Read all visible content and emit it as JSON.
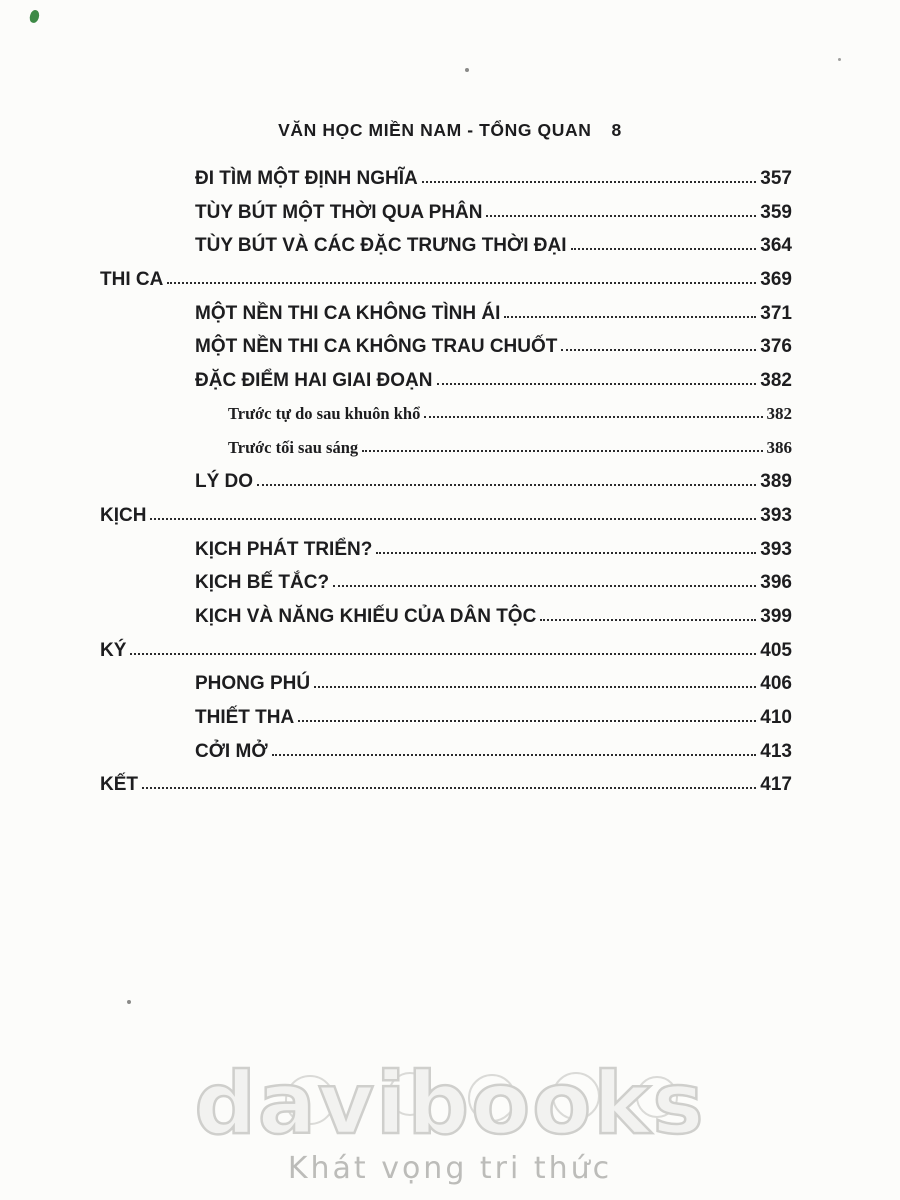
{
  "page": {
    "header_title": "VĂN HỌC MIỀN NAM - TỔNG QUAN",
    "header_page_number": "8"
  },
  "toc": {
    "items": [
      {
        "level": 1,
        "title": "ĐI TÌM MỘT ĐỊNH NGHĨA",
        "page": "357"
      },
      {
        "level": 1,
        "title": "TÙY BÚT MỘT THỜI QUA PHÂN",
        "page": "359"
      },
      {
        "level": 1,
        "title": "TÙY BÚT VÀ CÁC ĐẶC TRƯNG THỜI ĐẠI",
        "page": "364"
      },
      {
        "level": 0,
        "title": "THI CA",
        "page": "369"
      },
      {
        "level": 1,
        "title": "MỘT NỀN THI CA KHÔNG TÌNH ÁI",
        "page": "371"
      },
      {
        "level": 1,
        "title": "MỘT NỀN THI CA KHÔNG TRAU CHUỐT",
        "page": "376"
      },
      {
        "level": 1,
        "title": "ĐẶC ĐIỂM HAI GIAI ĐOẠN",
        "page": "382"
      },
      {
        "level": 2,
        "title": "Trước tự do sau khuôn khổ",
        "page": "382"
      },
      {
        "level": 2,
        "title": "Trước tối sau sáng",
        "page": "386"
      },
      {
        "level": 1,
        "title": "LÝ DO",
        "page": "389"
      },
      {
        "level": 0,
        "title": "KỊCH",
        "page": "393"
      },
      {
        "level": 1,
        "title": "KỊCH PHÁT TRIỂN?",
        "page": "393"
      },
      {
        "level": 1,
        "title": "KỊCH BẾ TẮC?",
        "page": "396"
      },
      {
        "level": 1,
        "title": "KỊCH VÀ NĂNG KHIẾU CỦA DÂN TỘC",
        "page": "399"
      },
      {
        "level": 0,
        "title": "KÝ",
        "page": "405"
      },
      {
        "level": 1,
        "title": "PHONG PHÚ",
        "page": "406"
      },
      {
        "level": 1,
        "title": "THIẾT THA",
        "page": "410"
      },
      {
        "level": 1,
        "title": "CỞI MỞ",
        "page": "413"
      },
      {
        "level": 0,
        "title": "KẾT",
        "page": "417"
      }
    ]
  },
  "watermark": {
    "brand": "davibooks",
    "tagline": "Khát vọng tri thức",
    "brand_color": "#cfcfcc",
    "tagline_color": "#bcbcb9"
  },
  "colors": {
    "text": "#1d1d1f",
    "background": "#fcfcfa",
    "speck_green": "#3d8a46"
  }
}
